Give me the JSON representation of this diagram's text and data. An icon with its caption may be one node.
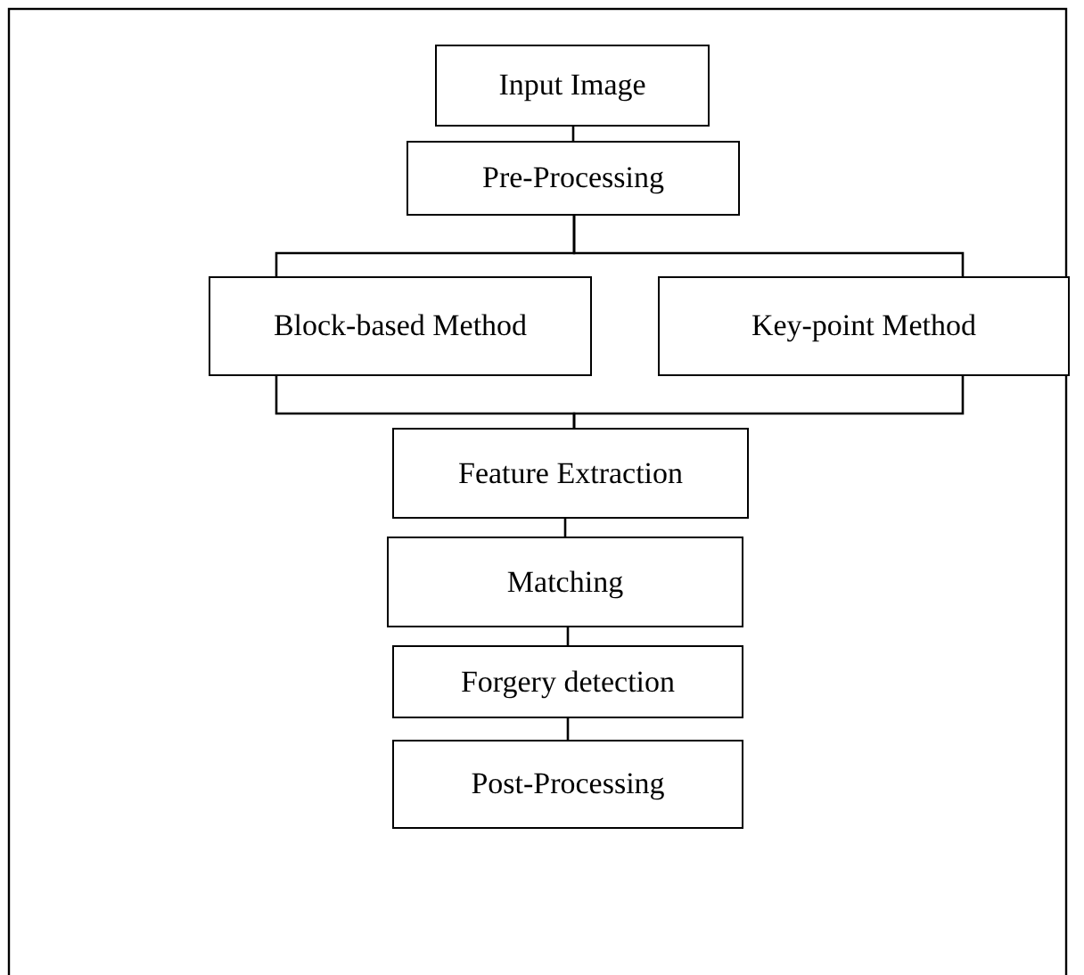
{
  "diagram": {
    "nodes": [
      {
        "text": [
          "Input Image"
        ]
      },
      {
        "text": [
          "Pre-Processing"
        ]
      },
      {
        "text": [
          "Block-based Method"
        ]
      },
      {
        "text": [
          "Key-point Method"
        ]
      },
      {
        "text": [
          "Feature Extraction"
        ]
      },
      {
        "text": [
          "Matching"
        ]
      },
      {
        "text": [
          "Forgery detection"
        ]
      },
      {
        "text": [
          "Post-Processing"
        ]
      }
    ],
    "edges": [
      {
        "from": 0,
        "to": 1,
        "arrow": "none"
      },
      {
        "from": 1,
        "to": 2,
        "arrow": "none"
      },
      {
        "from": 1,
        "to": 3,
        "arrow": "none"
      },
      {
        "from": 2,
        "to": 4,
        "arrow": "none"
      },
      {
        "from": 3,
        "to": 4,
        "arrow": "none"
      },
      {
        "from": 4,
        "to": 5,
        "arrow": "none"
      },
      {
        "from": 5,
        "to": 6,
        "arrow": "none"
      },
      {
        "from": 6,
        "to": 7,
        "arrow": "none"
      }
    ]
  }
}
